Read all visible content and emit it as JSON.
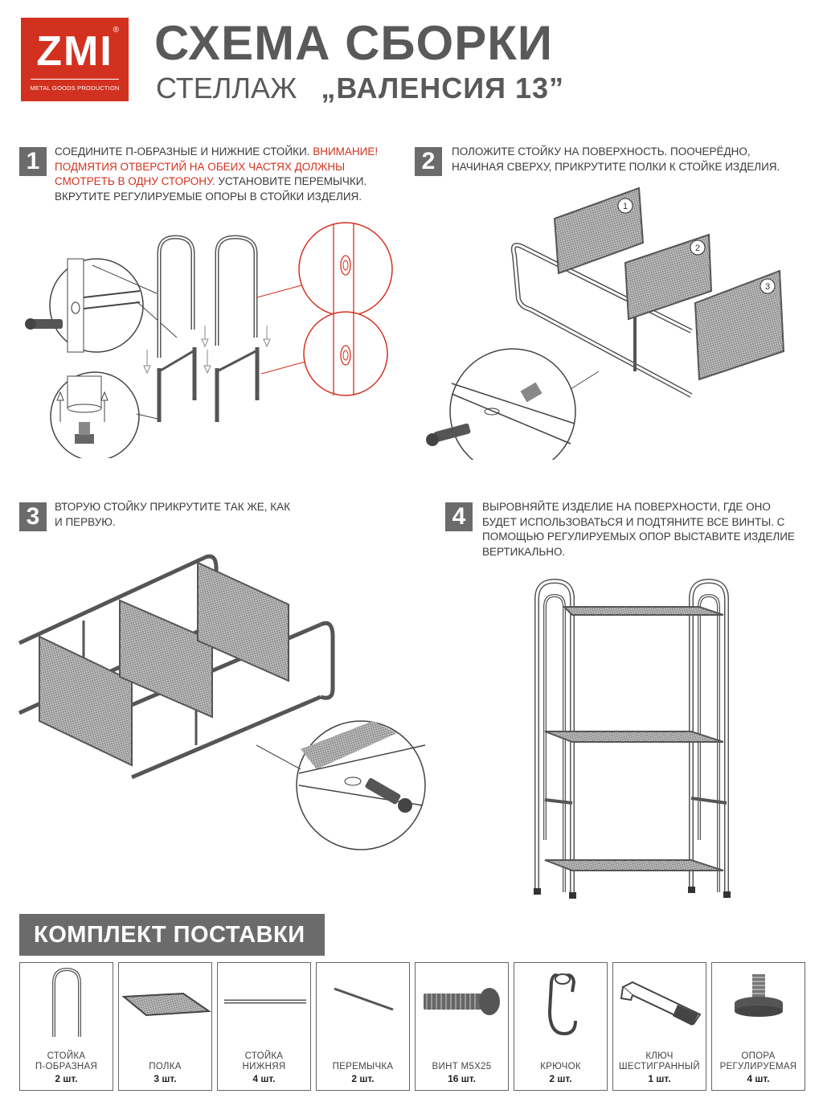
{
  "logo": {
    "brand": "ZMI",
    "registered": "®",
    "tagline": "METAL GOODS PRODUCTION"
  },
  "header": {
    "title": "СХЕМА СБОРКИ",
    "subtitle_prefix": "СТЕЛЛАЖ",
    "subtitle_name": "„ВАЛЕНСИЯ 13”"
  },
  "steps": [
    {
      "num": "1",
      "text_a": "СОЕДИНИТЕ П-ОБРАЗНЫЕ И НИЖНИЕ СТОЙКИ.",
      "text_warn": "ВНИМАНИЕ! ПОДМЯТИЯ ОТВЕРСТИЙ НА ОБЕИХ ЧАСТЯХ ДОЛЖНЫ СМОТРЕТЬ В ОДНУ СТОРОНУ.",
      "text_b": "УСТАНОВИТЕ ПЕРЕМЫЧКИ. ВКРУТИТЕ РЕГУЛИРУЕМЫЕ ОПОРЫ В СТОЙКИ ИЗДЕЛИЯ."
    },
    {
      "num": "2",
      "text": "ПОЛОЖИТЕ СТОЙКУ НА ПОВЕРХНОСТЬ. ПООЧЕРЁДНО, НАЧИНАЯ СВЕРХУ, ПРИКРУТИТЕ ПОЛКИ К СТОЙКЕ ИЗДЕЛИЯ.",
      "shelf_labels": [
        "1",
        "2",
        "3"
      ]
    },
    {
      "num": "3",
      "text": "ВТОРУЮ СТОЙКУ ПРИКРУТИТЕ ТАК ЖЕ, КАК И ПЕРВУЮ."
    },
    {
      "num": "4",
      "text": "ВЫРОВНЯЙТЕ ИЗДЕЛИЕ НА ПОВЕРХНОСТИ, ГДЕ ОНО БУДЕТ ИСПОЛЬЗОВАТЬСЯ И ПОДТЯНИТЕ ВСЕ ВИНТЫ. С ПОМОЩЬЮ РЕГУЛИРУЕМЫХ ОПОР ВЫСТАВИТЕ ИЗДЕЛИЕ ВЕРТИКАЛЬНО."
    }
  ],
  "kit": {
    "heading": "КОМПЛЕКТ ПОСТАВКИ",
    "items": [
      {
        "name1": "СТОЙКА",
        "name2": "П-ОБРАЗНАЯ",
        "qty": "2 шт.",
        "icon": "u-post-icon"
      },
      {
        "name1": "",
        "name2": "ПОЛКА",
        "qty": "3 шт.",
        "icon": "shelf-icon"
      },
      {
        "name1": "СТОЙКА",
        "name2": "НИЖНЯЯ",
        "qty": "4 шт.",
        "icon": "lower-post-icon"
      },
      {
        "name1": "",
        "name2": "ПЕРЕМЫЧКА",
        "qty": "2 шт.",
        "icon": "crossbar-icon"
      },
      {
        "name1": "",
        "name2": "ВИНТ М5х25",
        "qty": "16 шт.",
        "icon": "screw-icon"
      },
      {
        "name1": "",
        "name2": "КРЮЧОК",
        "qty": "2 шт.",
        "icon": "hook-icon"
      },
      {
        "name1": "КЛЮЧ",
        "name2": "ШЕСТИГРАННЫЙ",
        "qty": "1 шт.",
        "icon": "hex-key-icon"
      },
      {
        "name1": "ОПОРА",
        "name2": "РЕГУЛИРУЕМАЯ",
        "qty": "4 шт.",
        "icon": "adjustable-foot-icon"
      }
    ]
  },
  "colors": {
    "brand_red": "#d2311f",
    "gray_dark": "#595959",
    "gray_block": "#6b6b6b"
  }
}
